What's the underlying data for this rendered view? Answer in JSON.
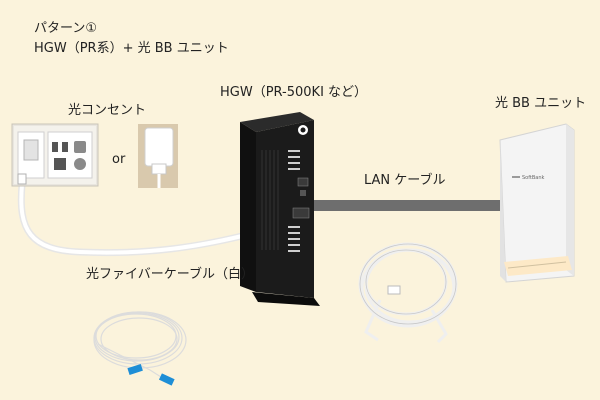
{
  "header": {
    "pattern_label": "パターン①",
    "pattern_desc": "HGW（PR系）+ 光 BB ユニット"
  },
  "labels": {
    "hgw": "HGW（PR-500KI など）",
    "outlet": "光コンセント",
    "or": "or",
    "bb_unit": "光 BB ユニット",
    "lan_cable": "LAN ケーブル",
    "fiber_cable": "光ファイバーケーブル（白）"
  },
  "device_marks": {
    "bb_brand": "SoftBank"
  },
  "colors": {
    "background": "#fbf3dc",
    "hgw_body": "#1b1b1b",
    "lan_cable": "#6e6e6e",
    "fiber_cable": "#f2f2f2",
    "bb_unit_body": "#f4f4f4"
  }
}
